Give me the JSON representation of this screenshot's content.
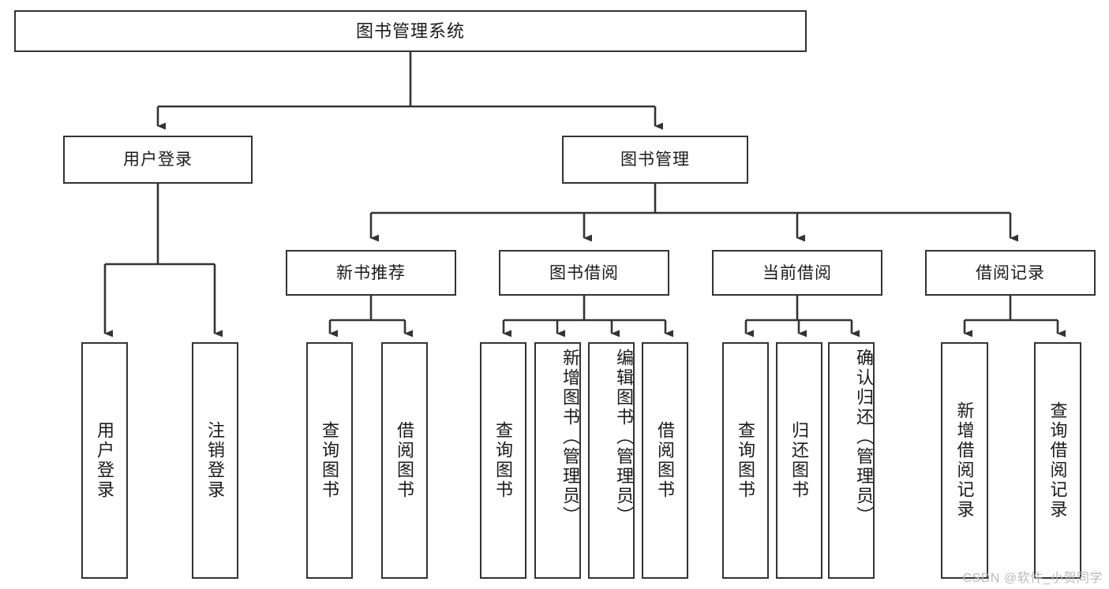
{
  "diagram": {
    "type": "tree",
    "title": "图书管理系统",
    "orientation": "top-down",
    "watermark": "CSDN @软件_小贺同学",
    "style": {
      "box_fill": "#ffffff",
      "box_border": "#333333",
      "connector": "#333333",
      "text": "#1a1a1a",
      "canvas": "#ffffff",
      "watermark_color": "#b9b9b9"
    },
    "nodes": {
      "root": {
        "label": "图书管理系统",
        "level": 1
      },
      "l2": [
        {
          "id": "user-login",
          "label": "用户登录",
          "level": 2
        },
        {
          "id": "book-manage",
          "label": "图书管理",
          "level": 2
        }
      ],
      "l3": [
        {
          "id": "new-book-rec",
          "label": "新书推荐",
          "level": 3,
          "parent": "book-manage"
        },
        {
          "id": "book-borrow",
          "label": "图书借阅",
          "level": 3,
          "parent": "book-manage"
        },
        {
          "id": "current-borrow",
          "label": "当前借阅",
          "level": 3,
          "parent": "book-manage"
        },
        {
          "id": "borrow-record",
          "label": "借阅记录",
          "level": 3,
          "parent": "book-manage"
        }
      ],
      "leaves": [
        {
          "id": "leaf-user-login",
          "label": "用户登录",
          "parent": "user-login"
        },
        {
          "id": "leaf-logout",
          "label": "注销登录",
          "parent": "user-login"
        },
        {
          "id": "leaf-query-book-rec",
          "label": "查询图书",
          "parent": "new-book-rec"
        },
        {
          "id": "leaf-borrow-book-rec",
          "label": "借阅图书",
          "parent": "new-book-rec"
        },
        {
          "id": "leaf-query-book-borrow",
          "label": "查询图书",
          "parent": "book-borrow"
        },
        {
          "id": "leaf-add-book",
          "label": "新增图书（管理员）",
          "parent": "book-borrow"
        },
        {
          "id": "leaf-edit-book",
          "label": "编辑图书（管理员）",
          "parent": "book-borrow"
        },
        {
          "id": "leaf-borrow-book",
          "label": "借阅图书",
          "parent": "book-borrow"
        },
        {
          "id": "leaf-query-book-current",
          "label": "查询图书",
          "parent": "current-borrow"
        },
        {
          "id": "leaf-return-book",
          "label": "归还图书",
          "parent": "current-borrow"
        },
        {
          "id": "leaf-confirm-return",
          "label": "确认归还（管理员）",
          "parent": "current-borrow"
        },
        {
          "id": "leaf-add-record",
          "label": "新增借阅记录",
          "parent": "borrow-record"
        },
        {
          "id": "leaf-query-record",
          "label": "查询借阅记录",
          "parent": "borrow-record"
        }
      ]
    }
  }
}
